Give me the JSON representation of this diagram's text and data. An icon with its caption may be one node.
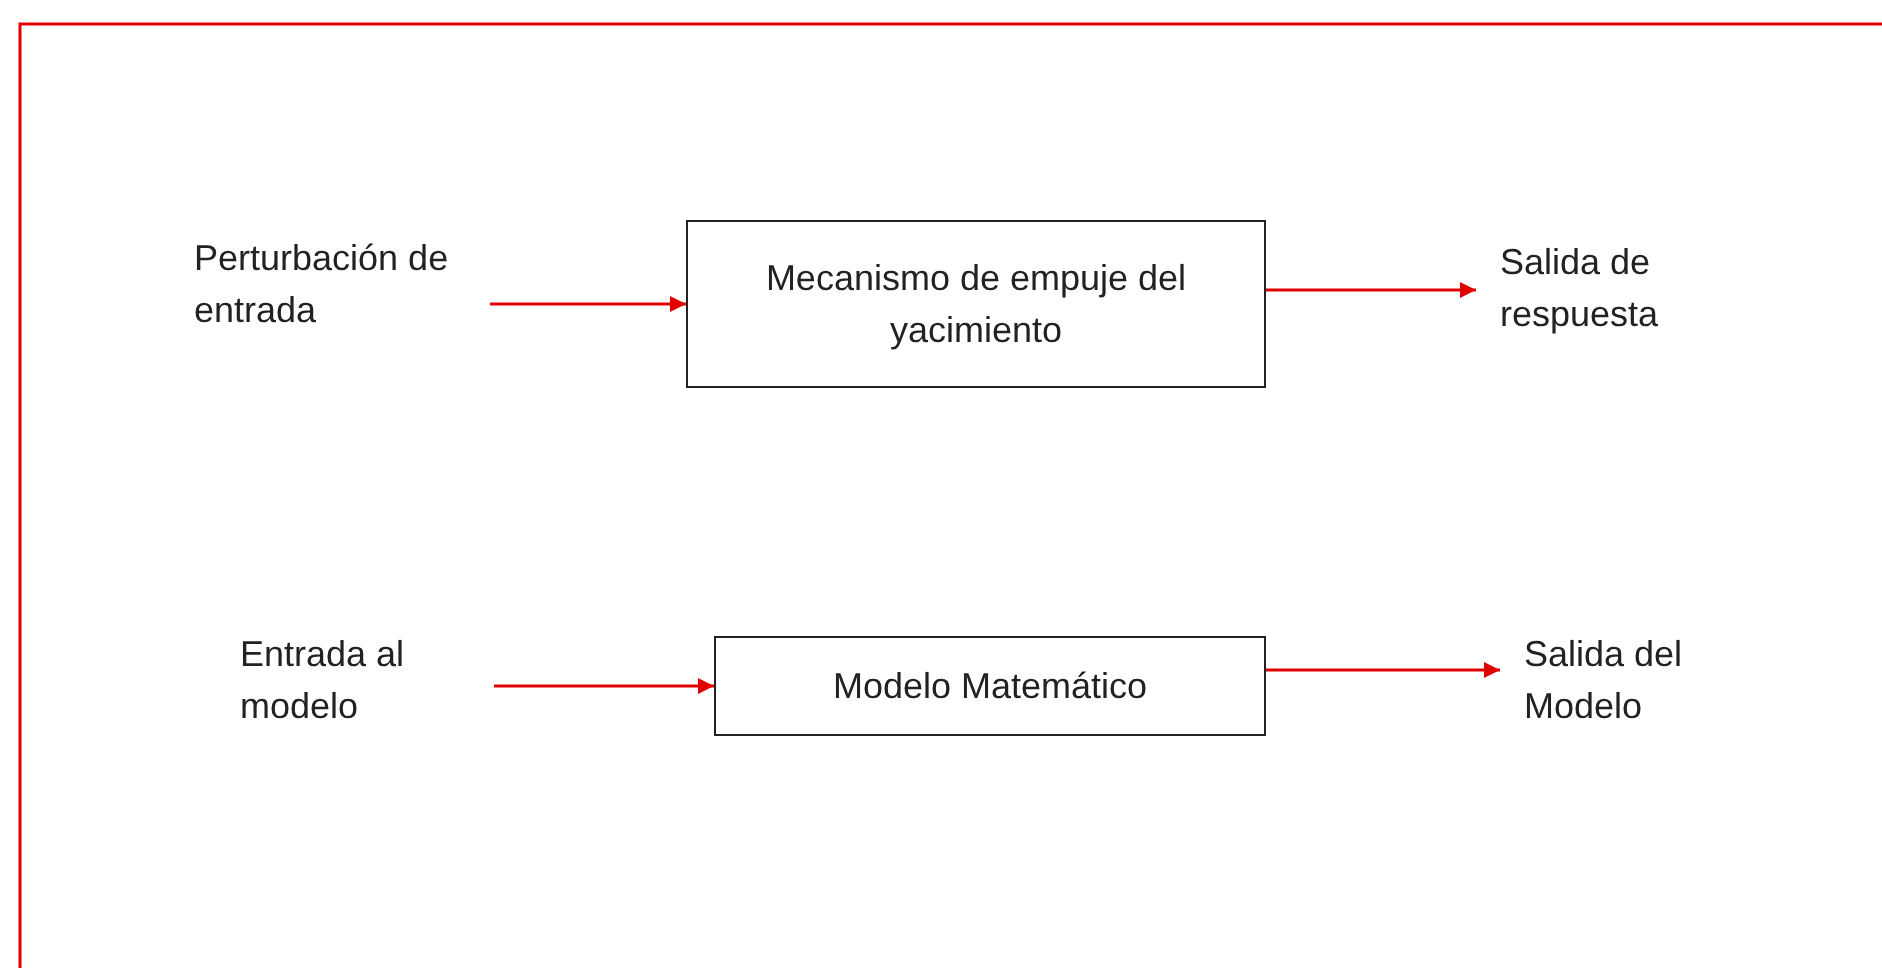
{
  "diagram": {
    "nodes": [
      {
        "text": [
          "Perturbación de entrada"
        ]
      },
      {
        "text": [
          "Mecanismo de empuje del yacimiento"
        ]
      },
      {
        "text": [
          "Salida de respuesta"
        ]
      },
      {
        "text": [
          "Entrada al modelo"
        ]
      },
      {
        "text": [
          "Modelo Matemático"
        ]
      },
      {
        "text": [
          "Salida del Modelo"
        ]
      }
    ],
    "edges": [
      {
        "from": 0,
        "to": 1,
        "arrow": "to"
      },
      {
        "from": 1,
        "to": 2,
        "arrow": "to"
      },
      {
        "from": 3,
        "to": 4,
        "arrow": "to"
      },
      {
        "from": 4,
        "to": 5,
        "arrow": "to"
      }
    ]
  }
}
